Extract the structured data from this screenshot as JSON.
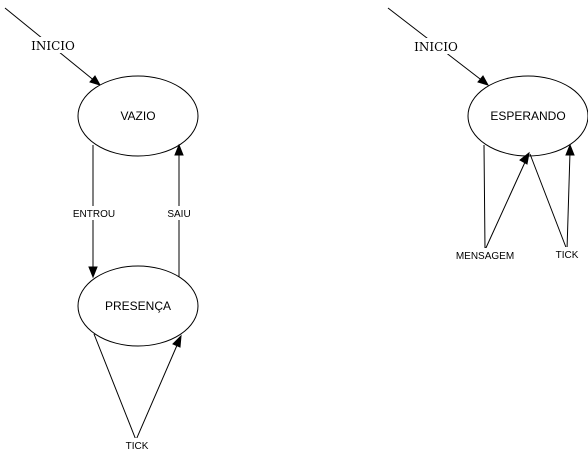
{
  "diagram_left": {
    "start_label": "INICIO",
    "states": {
      "vazio": "VAZIO",
      "presenca": "PRESENÇA"
    },
    "transitions": {
      "entrou": "ENTROU",
      "saiu": "SAIU",
      "tick": "TICK"
    }
  },
  "diagram_right": {
    "start_label": "INICIO",
    "states": {
      "esperando": "ESPERANDO"
    },
    "transitions": {
      "mensagem": "MENSAGEM",
      "tick": "TICK"
    }
  }
}
